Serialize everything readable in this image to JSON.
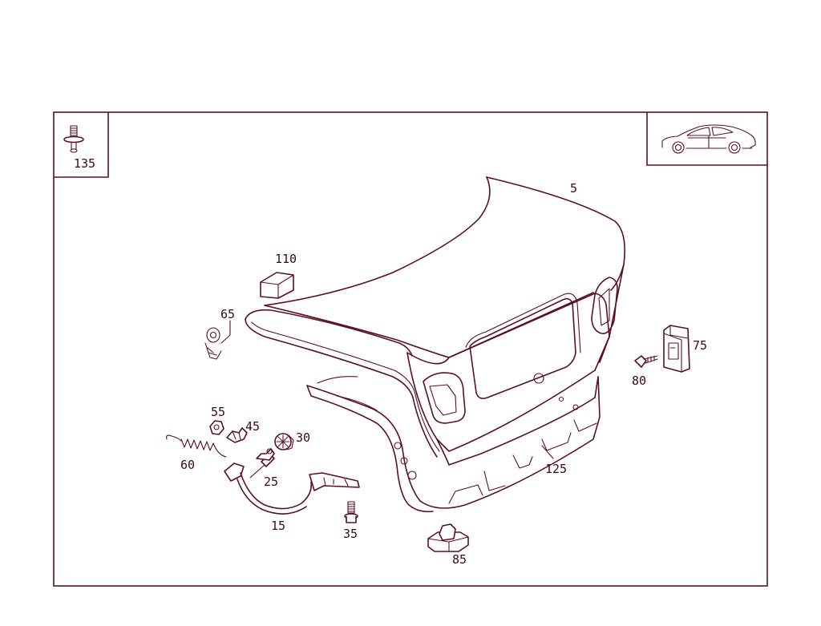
{
  "colors": {
    "line": "#5a1020",
    "label": "#3a0a14",
    "background": "#ffffff"
  },
  "labels": {
    "p5": "5",
    "p15": "15",
    "p25": "25",
    "p30": "30",
    "p35": "35",
    "p45": "45",
    "p55": "55",
    "p60": "60",
    "p65": "65",
    "p75": "75",
    "p80": "80",
    "p85": "85",
    "p110": "110",
    "p125": "125",
    "p135": "135"
  },
  "icons": {
    "vehicle": "coupe-car-icon",
    "fastener": "expansion-rivet-icon"
  }
}
